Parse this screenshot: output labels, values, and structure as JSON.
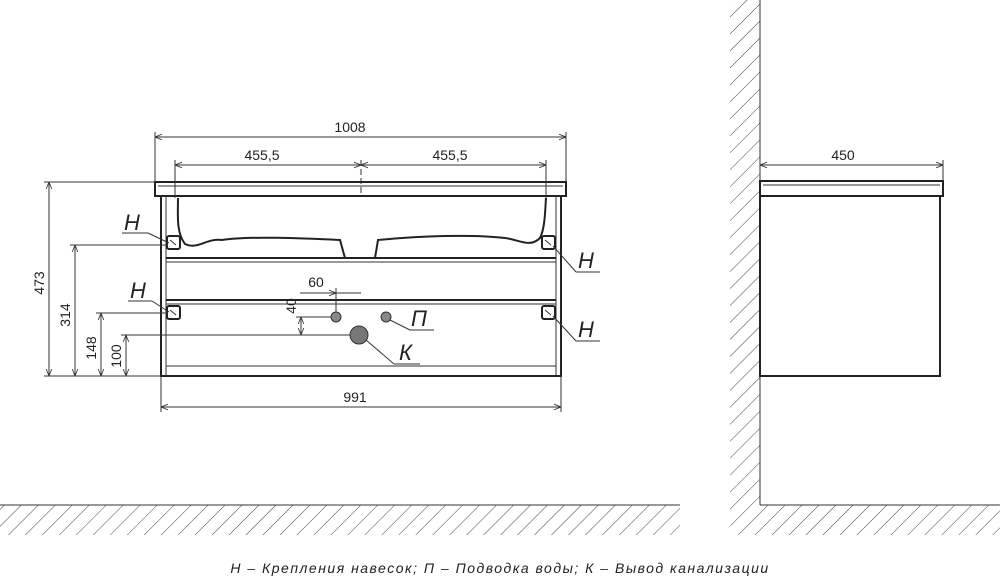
{
  "dimensions": {
    "total_width": "1008",
    "half_left": "455,5",
    "half_right": "455,5",
    "height_total": "473",
    "height_314": "314",
    "height_148": "148",
    "height_100": "100",
    "offset_60": "60",
    "offset_40": "40",
    "bottom_width": "991",
    "depth": "450"
  },
  "labels": {
    "mount": "Н",
    "water": "П",
    "drain": "К"
  },
  "legend": "Н – Крепления навесок; П – Подводка воды; К – Вывод канализации"
}
